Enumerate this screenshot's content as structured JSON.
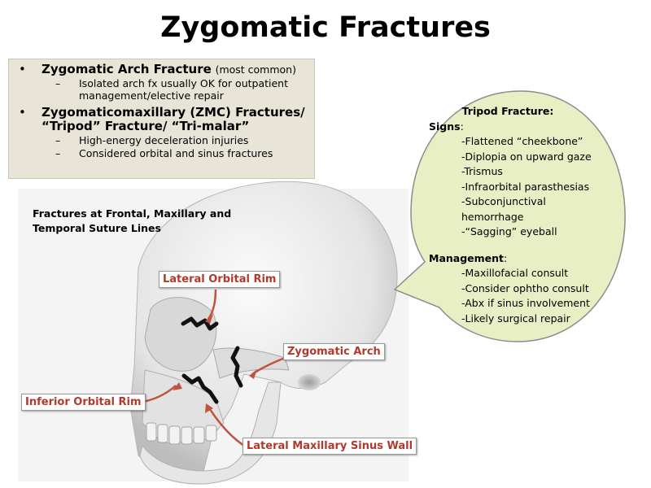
{
  "title": "Zygomatic Fractures",
  "summary_box": {
    "bullets": [
      {
        "marker": "•",
        "text": "Zygomatic Arch Fracture",
        "note": "(most common)",
        "subitems": [
          {
            "marker": "–",
            "text": "Isolated arch fx usually OK for outpatient management/elective repair"
          }
        ]
      },
      {
        "marker": "•",
        "text": "Zygomaticomaxillary (ZMC) Fractures/ “Tripod” Fracture/ “Tri-malar”",
        "note": "",
        "subitems": [
          {
            "marker": "–",
            "text": "High-energy deceleration injuries"
          },
          {
            "marker": "–",
            "text": "Considered orbital and sinus fractures"
          }
        ]
      }
    ]
  },
  "callout": {
    "heading": "Tripod Fracture:",
    "signs_label": "Signs",
    "signs": [
      "-Flattened “cheekbone”",
      "-Diplopia on upward gaze",
      "-Trismus",
      "-Infraorbital parasthesias",
      "-Subconjunctival hemorrhage",
      "-“Sagging” eyeball"
    ],
    "management_label": "Management",
    "management": [
      "-Maxillofacial consult",
      "-Consider ophtho consult",
      "-Abx if sinus involvement",
      "-Likely surgical repair"
    ],
    "punct": ":"
  },
  "figure": {
    "caption": "Fractures at Frontal, Maxillary and Temporal Suture Lines",
    "labels": {
      "lateral_orbital_rim": "Lateral Orbital Rim",
      "zygomatic_arch": "Zygomatic Arch",
      "inferior_orbital_rim": "Inferior Orbital Rim",
      "lateral_maxillary_sinus_wall": "Lateral Maxillary Sinus Wall"
    }
  },
  "colors": {
    "box_bg": "#e8e4d8",
    "bubble_fill": "#e9efc4",
    "label_text": "#b1392c",
    "arrow": "#c0523e"
  }
}
